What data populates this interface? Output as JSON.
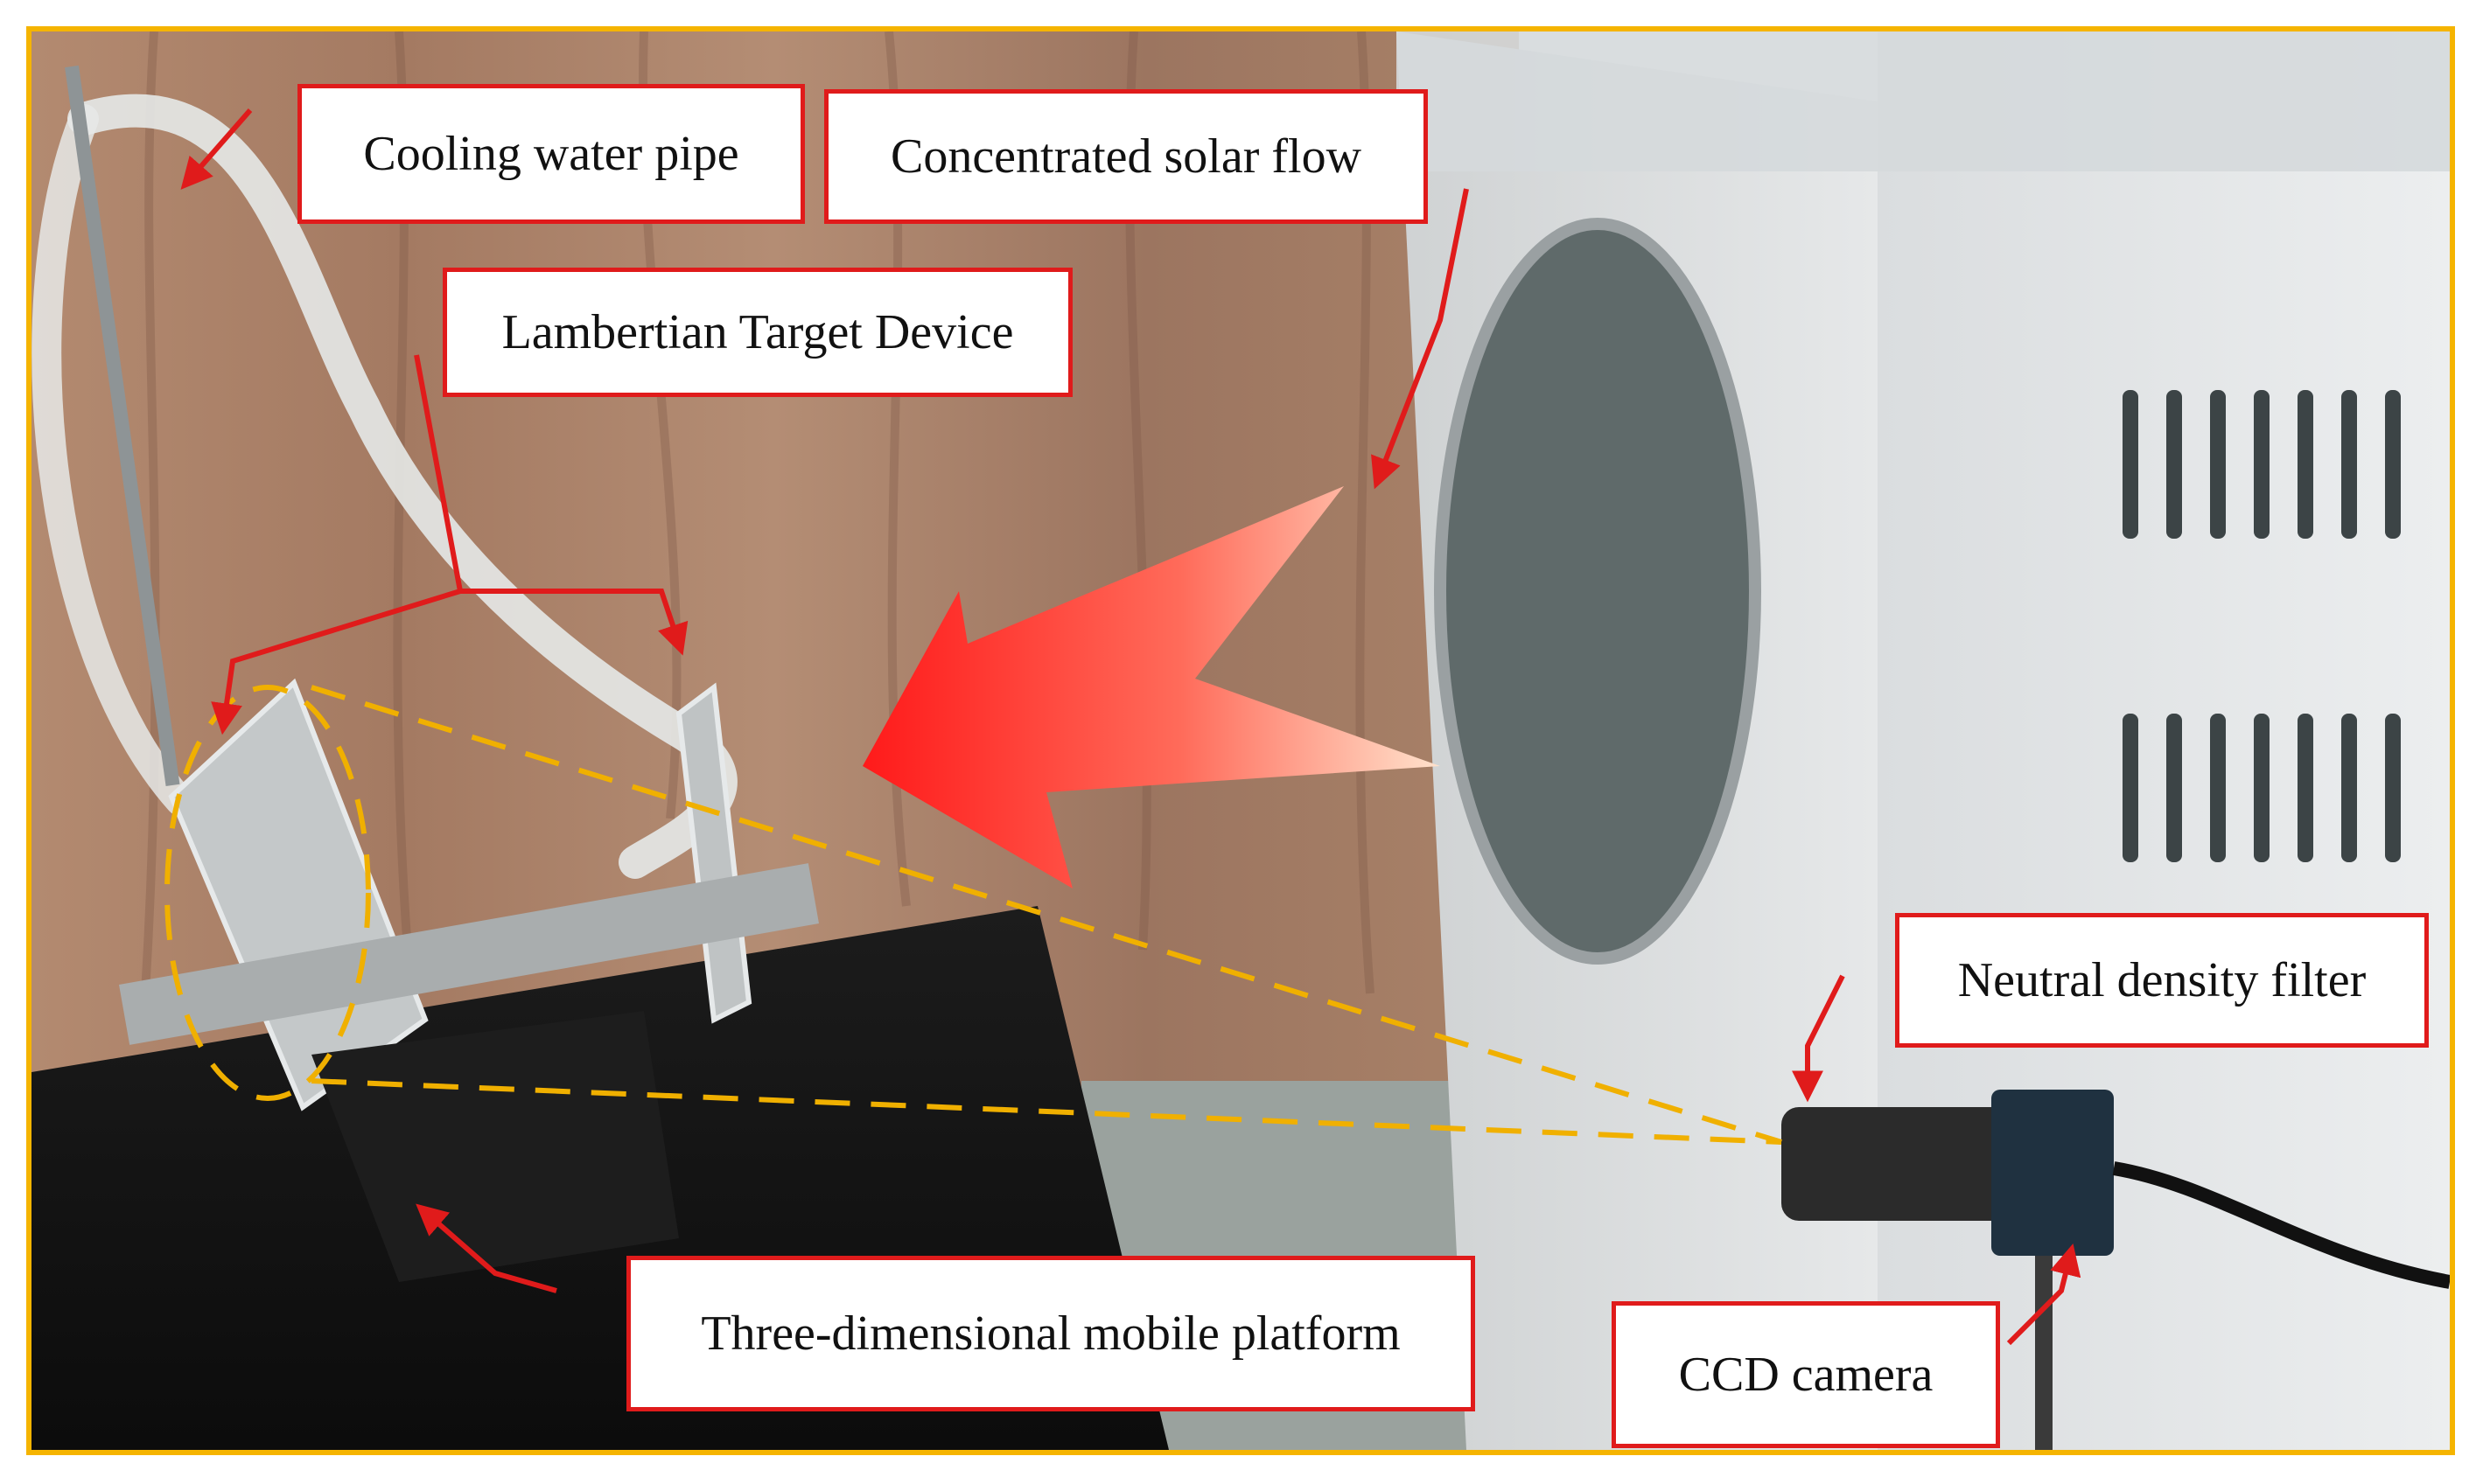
{
  "labels": {
    "cooling_water_pipe": "Cooling water pipe",
    "concentrated_solar_flow": "Concentrated solar flow",
    "lambertian_target_device": "Lambertian Target Device",
    "neutral_density_filter": "Neutral density filter",
    "three_dimensional_mobile_platform": "Three-dimensional mobile platform",
    "ccd_camera": "CCD camera"
  },
  "colors": {
    "frame_border": "#f5b400",
    "label_border": "#e01b1b",
    "arrow_red": "#e01b1b",
    "dashed_lines": "#f0b000"
  }
}
